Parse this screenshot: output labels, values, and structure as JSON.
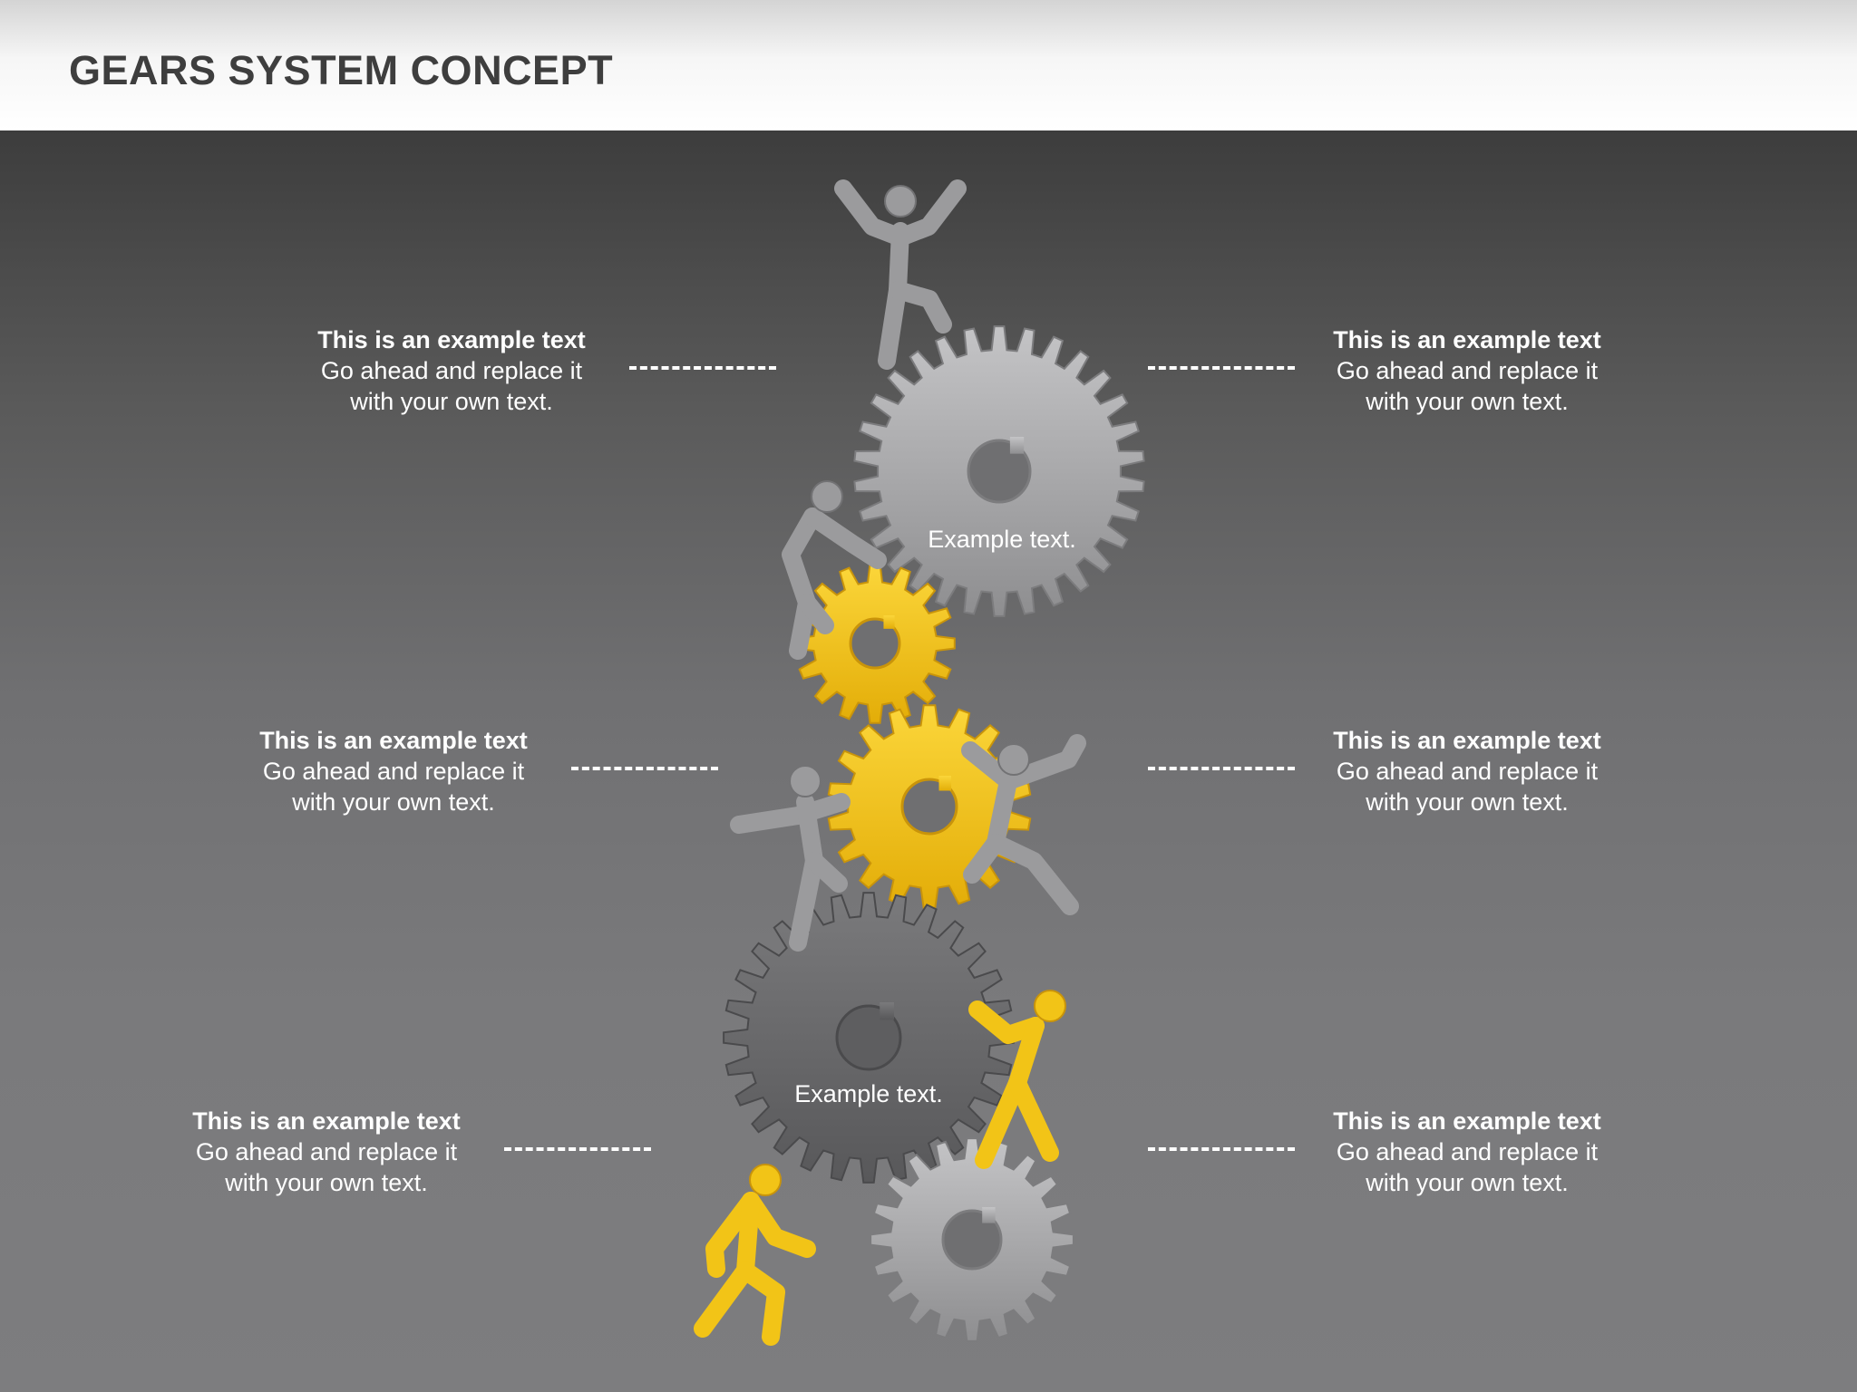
{
  "title": "GEARS SYSTEM CONCEPT",
  "callouts": [
    {
      "id": "left-1",
      "title": "This is an example text",
      "line1": "Go ahead and replace it",
      "line2": "with your own text."
    },
    {
      "id": "right-1",
      "title": "This is an example text",
      "line1": "Go ahead and replace it",
      "line2": "with your own text."
    },
    {
      "id": "left-2",
      "title": "This is an example text",
      "line1": "Go ahead and replace it",
      "line2": "with your own text."
    },
    {
      "id": "right-2",
      "title": "This is an example text",
      "line1": "Go ahead and replace it",
      "line2": "with your own text."
    },
    {
      "id": "left-3",
      "title": "This is an example text",
      "line1": "Go ahead and replace it",
      "line2": "with your own text."
    },
    {
      "id": "right-3",
      "title": "This is an example text",
      "line1": "Go ahead and replace it",
      "line2": "with your own text."
    }
  ],
  "gear_labels": {
    "top": "Example text.",
    "bottom": "Example text."
  },
  "colors": {
    "gray_gear": "#a6a6a8",
    "dark_gear": "#6a6a6c",
    "yellow_gear": "#f2c417",
    "figure_gray": "#9a9a9c",
    "figure_yellow": "#f2c417",
    "text": "#ffffff"
  },
  "gears": [
    {
      "name": "large-gray-gear",
      "color": "gray",
      "teeth": 30
    },
    {
      "name": "small-yellow-gear-top",
      "color": "yellow",
      "teeth": 16
    },
    {
      "name": "middle-yellow-gear",
      "color": "yellow",
      "teeth": 18
    },
    {
      "name": "dark-gray-gear",
      "color": "dark",
      "teeth": 28
    },
    {
      "name": "small-gray-gear-bottom",
      "color": "gray",
      "teeth": 20
    }
  ]
}
